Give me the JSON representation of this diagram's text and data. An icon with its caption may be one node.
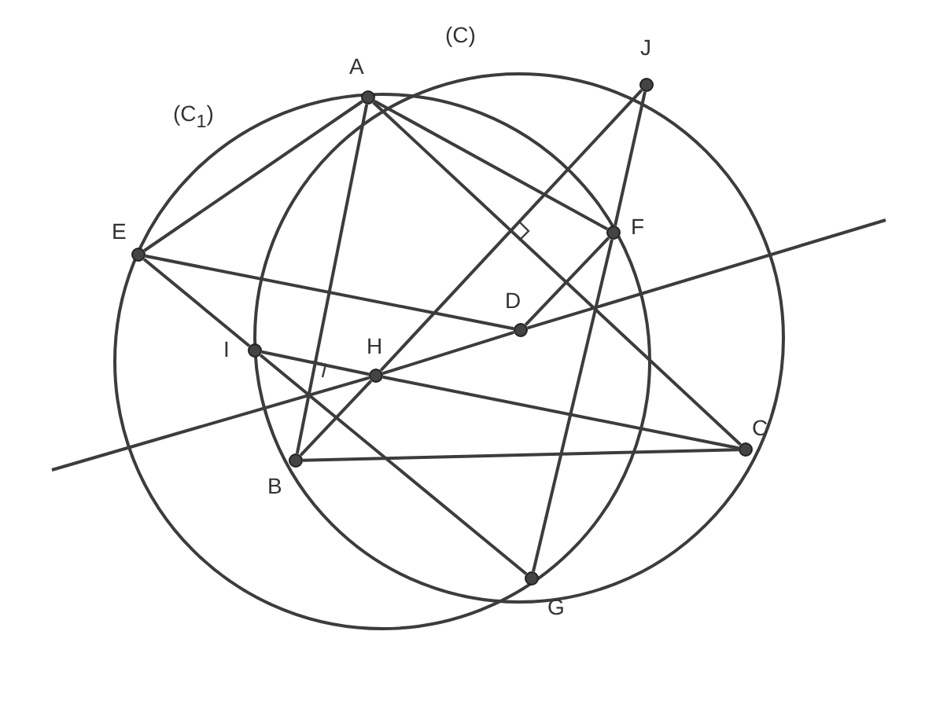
{
  "diagram": {
    "nodes": [
      {
        "text": [
          "A"
        ]
      },
      {
        "text": [
          "B"
        ]
      },
      {
        "text": [
          "C"
        ]
      },
      {
        "text": [
          "D"
        ]
      },
      {
        "text": [
          "E"
        ]
      },
      {
        "text": [
          "F"
        ]
      },
      {
        "text": [
          "G"
        ]
      },
      {
        "text": [
          "H"
        ]
      },
      {
        "text": [
          "I"
        ]
      },
      {
        "text": [
          "J"
        ]
      }
    ],
    "edges": [
      {
        "from": 0,
        "to": 4,
        "arrow": "none"
      },
      {
        "from": 0,
        "to": 5,
        "arrow": "none"
      },
      {
        "from": 0,
        "to": 1,
        "arrow": "none"
      },
      {
        "from": 0,
        "to": 2,
        "arrow": "none"
      },
      {
        "from": 4,
        "to": 3,
        "arrow": "none"
      },
      {
        "from": 4,
        "to": 8,
        "arrow": "none"
      },
      {
        "from": 8,
        "to": 6,
        "arrow": "none"
      },
      {
        "from": 8,
        "to": 7,
        "arrow": "none"
      },
      {
        "from": 7,
        "to": 2,
        "arrow": "none"
      },
      {
        "from": 1,
        "to": 7,
        "arrow": "none"
      },
      {
        "from": 7,
        "to": 9,
        "arrow": "none"
      },
      {
        "from": 1,
        "to": 2,
        "arrow": "none"
      },
      {
        "from": 9,
        "to": 5,
        "arrow": "none"
      },
      {
        "from": 5,
        "to": 6,
        "arrow": "none"
      },
      {
        "from": 5,
        "to": 3,
        "arrow": "none"
      },
      {
        "from": null,
        "to": 7,
        "arrow": "none"
      },
      {
        "from": 7,
        "to": 3,
        "arrow": "none"
      },
      {
        "from": 3,
        "to": null,
        "arrow": "none"
      }
    ],
    "labels": [
      "(C)",
      "(C$_{1}$)"
    ]
  }
}
